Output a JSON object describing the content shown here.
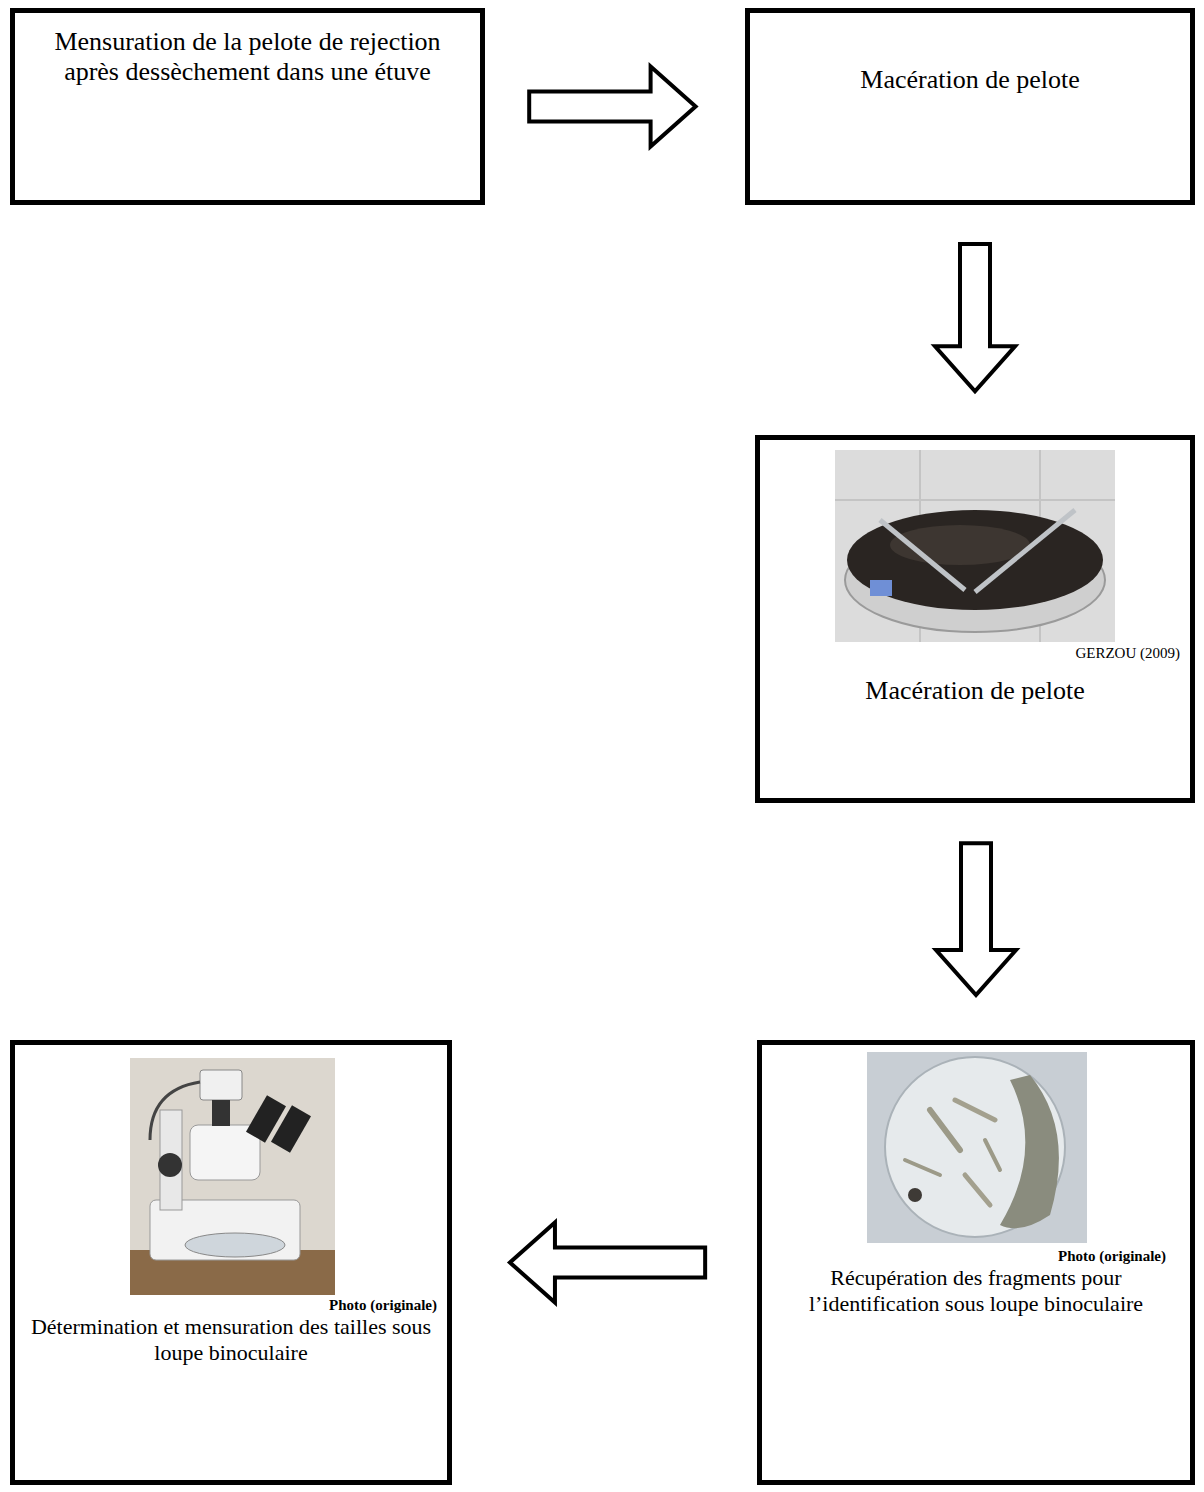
{
  "diagram": {
    "nodes": [
      {
        "text": [
          "Mensuration de la pelote de rejection après dessèchement dans une étuve"
        ]
      },
      {
        "text": [
          "Macération de pelote"
        ]
      },
      {
        "text": [
          "GERZOU (2009)",
          "Macération de pelote"
        ]
      },
      {
        "text": [
          "Photo (originale)",
          "Récupération des fragments pour l’identification sous loupe binoculaire"
        ]
      },
      {
        "text": [
          "Photo (originale)",
          "Détermination et mensuration des tailles sous loupe binoculaire"
        ]
      }
    ],
    "edges": [
      {
        "from": 0,
        "to": 1,
        "arrow": "to"
      },
      {
        "from": 1,
        "to": 2,
        "arrow": "to"
      },
      {
        "from": 2,
        "to": 3,
        "arrow": "to"
      },
      {
        "from": 3,
        "to": 4,
        "arrow": "to"
      }
    ]
  }
}
